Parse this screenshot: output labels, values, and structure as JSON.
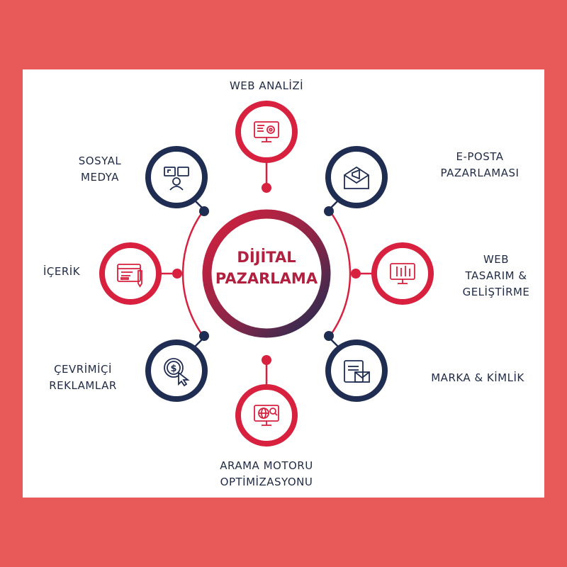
{
  "center": {
    "line1": "DİJİTAL",
    "line2": "PAZARLAMA"
  },
  "colors": {
    "red": "#d7213e",
    "navy": "#1f2d52",
    "background": "#e85a59"
  },
  "nodes": {
    "web_analizi": {
      "lines": [
        "WEB ANALİZİ"
      ],
      "icon": "monitor-gear-icon"
    },
    "eposta": {
      "lines": [
        "E-POSTA",
        "PAZARLAMASI"
      ],
      "icon": "envelope-megaphone-icon"
    },
    "web_tasarim": {
      "lines": [
        "WEB",
        "TASARIM &",
        "GELİŞTİRME"
      ],
      "icon": "monitor-design-tools-icon"
    },
    "marka": {
      "lines": [
        "MARKA & KİMLİK"
      ],
      "icon": "clipboard-envelope-icon"
    },
    "arama_motoru": {
      "lines": [
        "ARAMA MOTORU",
        "OPTİMİZASYONU"
      ],
      "icon": "monitor-globe-search-icon"
    },
    "reklamlar": {
      "lines": [
        "ÇEVRİMİÇİ",
        "REKLAMLAR"
      ],
      "icon": "dollar-cursor-icon"
    },
    "icerik": {
      "lines": [
        "İÇERİK"
      ],
      "icon": "browser-content-icon"
    },
    "sosyal_medya": {
      "lines": [
        "SOSYAL",
        "MEDYA"
      ],
      "icon": "social-media-icon"
    }
  }
}
